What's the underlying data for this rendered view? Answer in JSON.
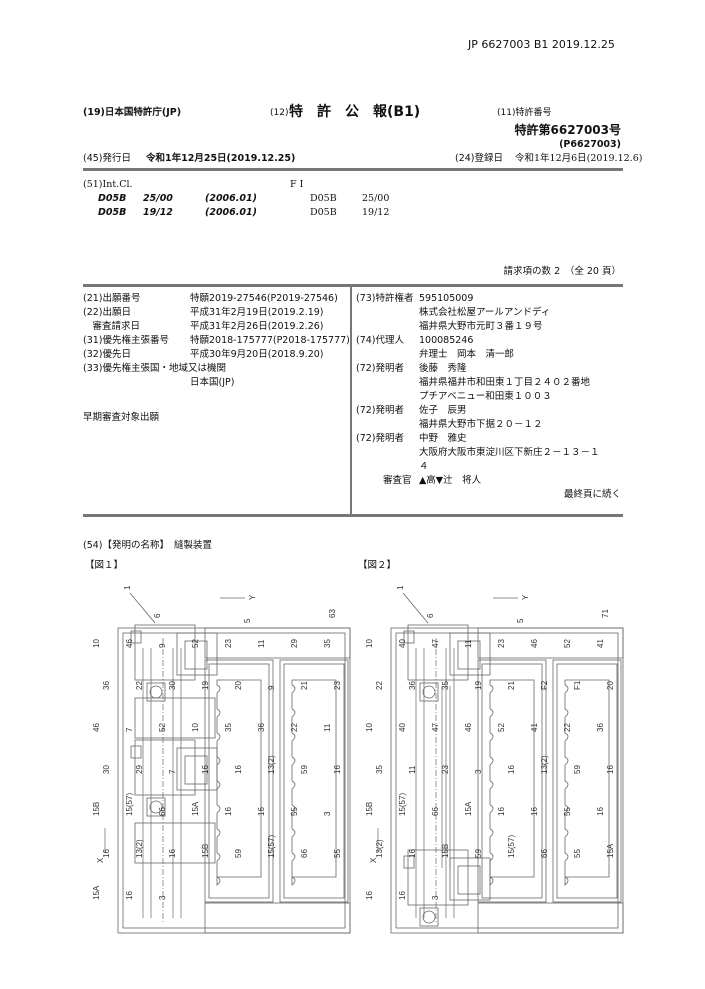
{
  "running_header": "JP  6627003  B1  2019.12.25",
  "header": {
    "office": "(19)日本国特許庁(JP)",
    "kind_prefix": "(12)",
    "kind": "特　許　公　報(B1)",
    "number_label": "(11)特許番号",
    "patent_number": "特許第6627003号",
    "patent_number_alt": "(P6627003)",
    "issue_label": "(45)発行日",
    "issue_date": "令和1年12月25日(2019.12.25)",
    "registration_label": "(24)登録日",
    "registration_date": "令和1年12月6日(2019.12.6)"
  },
  "classification": {
    "intcl_label": "(51)Int.Cl.",
    "fi_label": "F I",
    "rows": [
      {
        "code": "D05B",
        "group": "25/00",
        "version": "(2006.01)",
        "fi_code": "D05B",
        "fi_group": "25/00"
      },
      {
        "code": "D05B",
        "group": "19/12",
        "version": "(2006.01)",
        "fi_code": "D05B",
        "fi_group": "19/12"
      }
    ],
    "claims": "請求項の数 2　（全 20 頁）"
  },
  "left_info": [
    {
      "label": "(21)出願番号",
      "value": "特願2019-27546(P2019-27546)"
    },
    {
      "label": "(22)出願日",
      "value": "平成31年2月19日(2019.2.19)"
    },
    {
      "label": "　審査請求日",
      "value": "平成31年2月26日(2019.2.26)"
    },
    {
      "label": "(31)優先権主張番号",
      "value": "特願2018-175777(P2018-175777)"
    },
    {
      "label": "(32)優先日",
      "value": "平成30年9月20日(2018.9.20)"
    },
    {
      "label": "(33)優先権主張国・地域又は機関",
      "value": ""
    },
    {
      "label": "",
      "value": "日本国(JP)"
    }
  ],
  "early_exam": "早期審査対象出願",
  "right_info": [
    {
      "label": "(73)特許権者",
      "value": "595105009"
    },
    {
      "label": "",
      "value": "株式会社松屋アールアンドディ"
    },
    {
      "label": "",
      "value": "福井県大野市元町３番１９号"
    },
    {
      "label": "(74)代理人",
      "value": "100085246"
    },
    {
      "label": "",
      "value": "弁理士　岡本　清一郎"
    },
    {
      "label": "(72)発明者",
      "value": "後藤　秀隆"
    },
    {
      "label": "",
      "value": "福井県福井市和田東１丁目２４０２番地"
    },
    {
      "label": "",
      "value": "プチアベニュー和田東１００３"
    },
    {
      "label": "(72)発明者",
      "value": "佐子　辰男"
    },
    {
      "label": "",
      "value": "福井県大野市下据２０－１２"
    },
    {
      "label": "(72)発明者",
      "value": "中野　雅史"
    },
    {
      "label": "",
      "value": "大阪府大阪市東淀川区下新庄２－１３－１"
    },
    {
      "label": "",
      "value": "４"
    }
  ],
  "examiner_label": "審査官",
  "examiner": "▲高▼辻　将人",
  "continued": "最終頁に続く",
  "title_label": "(54)【発明の名称】",
  "title": "縫製装置",
  "figures": [
    {
      "caption": "【図１】",
      "labels": [
        "1",
        "6",
        "5",
        "63",
        "Y",
        "X",
        "10",
        "46",
        "9",
        "52",
        "23",
        "11",
        "29",
        "35",
        "36",
        "22",
        "30",
        "19",
        "20",
        "9",
        "21",
        "23",
        "46",
        "7",
        "52",
        "10",
        "35",
        "36",
        "22",
        "11",
        "30",
        "29",
        "7",
        "16",
        "16",
        "13(2)",
        "59",
        "16",
        "15B",
        "15(57)",
        "66",
        "15A",
        "16",
        "16",
        "55",
        "3",
        "16",
        "13(2)",
        "16",
        "15B",
        "59",
        "15(57)",
        "66",
        "55",
        "15A",
        "16",
        "3"
      ]
    },
    {
      "caption": "【図２】",
      "labels": [
        "1",
        "6",
        "5",
        "71",
        "Y",
        "X",
        "10",
        "40",
        "47",
        "11",
        "23",
        "46",
        "52",
        "41",
        "22",
        "36",
        "35",
        "19",
        "21",
        "F2",
        "F1",
        "20",
        "10",
        "40",
        "47",
        "46",
        "52",
        "41",
        "22",
        "36",
        "35",
        "11",
        "23",
        "3",
        "16",
        "13(2)",
        "59",
        "16",
        "15B",
        "15(57)",
        "66",
        "15A",
        "16",
        "16",
        "55",
        "16",
        "13(2)",
        "16",
        "15B",
        "59",
        "15(57)",
        "66",
        "55",
        "15A",
        "16",
        "16",
        "3"
      ]
    }
  ]
}
